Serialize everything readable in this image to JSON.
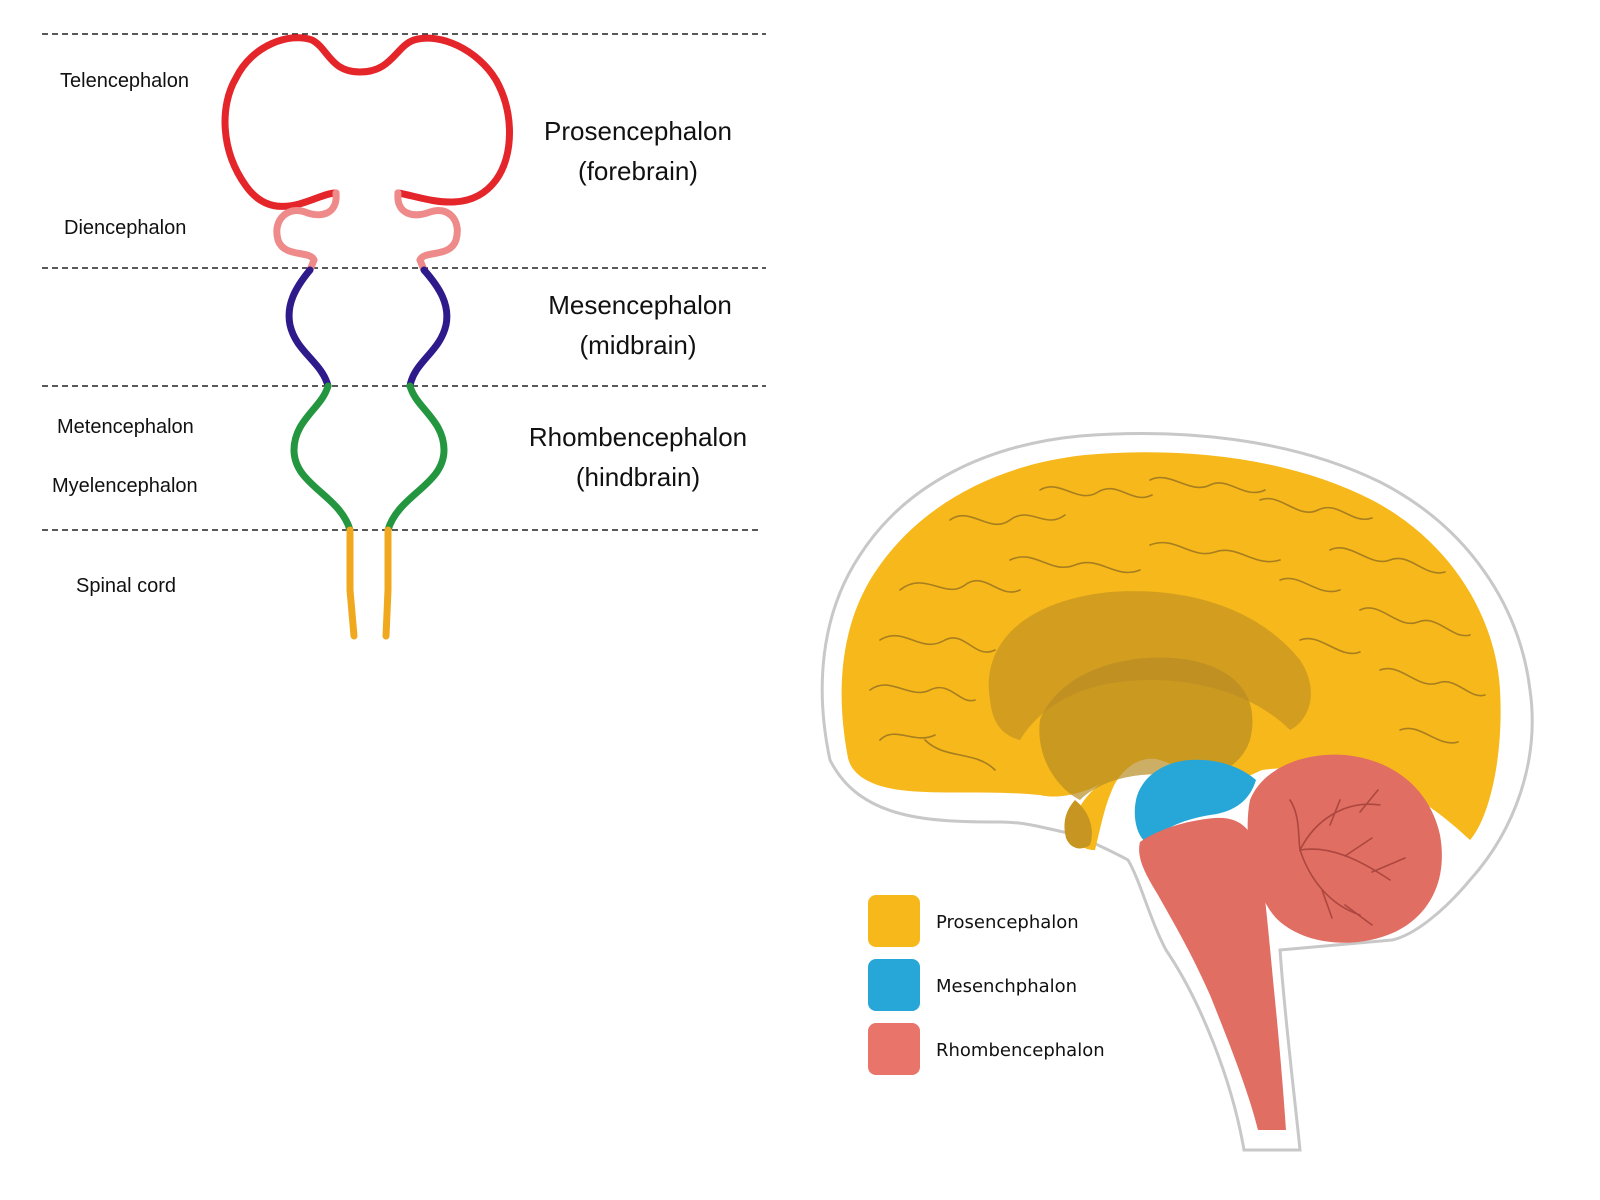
{
  "neural_tube": {
    "sublabels": {
      "telencephalon": "Telencephalon",
      "diencephalon": "Diencephalon",
      "metencephalon": "Metencephalon",
      "myelencephalon": "Myelencephalon",
      "spinal_cord": "Spinal cord"
    },
    "regions": {
      "prosencephalon": {
        "name": "Prosencephalon",
        "common": "(forebrain)"
      },
      "mesencephalon": {
        "name": "Mesencephalon",
        "common": "(midbrain)"
      },
      "rhombencephalon": {
        "name": "Rhombencephalon",
        "common": "(hindbrain)"
      }
    },
    "colors": {
      "telencephalon": "#e4252a",
      "diencephalon": "#ef8a8a",
      "mesencephalon": "#2e1a8a",
      "rhombencephalon": "#23963f",
      "spinal_cord": "#f0a81e"
    }
  },
  "brain": {
    "colors": {
      "prosencephalon": "#f6b81a",
      "mesencephalon": "#27a7d8",
      "rhombencephalon": "#e06e63"
    },
    "legend": [
      {
        "label": "Prosencephalon",
        "color": "#f6b81a"
      },
      {
        "label": "Mesenchphalon",
        "color": "#27a7d8"
      },
      {
        "label": "Rhombencephalon",
        "color": "#e97469"
      }
    ]
  }
}
